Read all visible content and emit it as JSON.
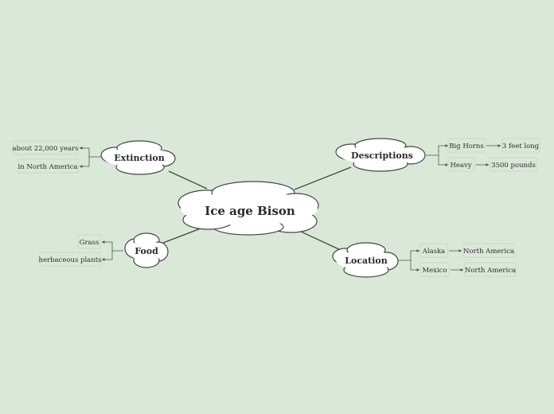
{
  "central": {
    "label": "Ice age Bison"
  },
  "branches": {
    "extinction": {
      "label": "Extinction",
      "items": [
        {
          "label": "about 22,000 years"
        },
        {
          "label": "in North America"
        }
      ]
    },
    "descriptions": {
      "label": "Descriptions",
      "items": [
        {
          "label": "Big Horns",
          "detail": "3 feet long"
        },
        {
          "label": "Heavy",
          "detail": "3500 pounds"
        }
      ]
    },
    "food": {
      "label": "Food",
      "items": [
        {
          "label": "Grass"
        },
        {
          "label": "herbaceous plants"
        }
      ]
    },
    "location": {
      "label": "Location",
      "items": [
        {
          "label": "Alaska",
          "detail": "North America"
        },
        {
          "label": "Mexico",
          "detail": "North America"
        }
      ]
    }
  },
  "colors": {
    "background": "#dbe8d9",
    "line": "#3d4a3f",
    "cloud": "#ffffff"
  }
}
